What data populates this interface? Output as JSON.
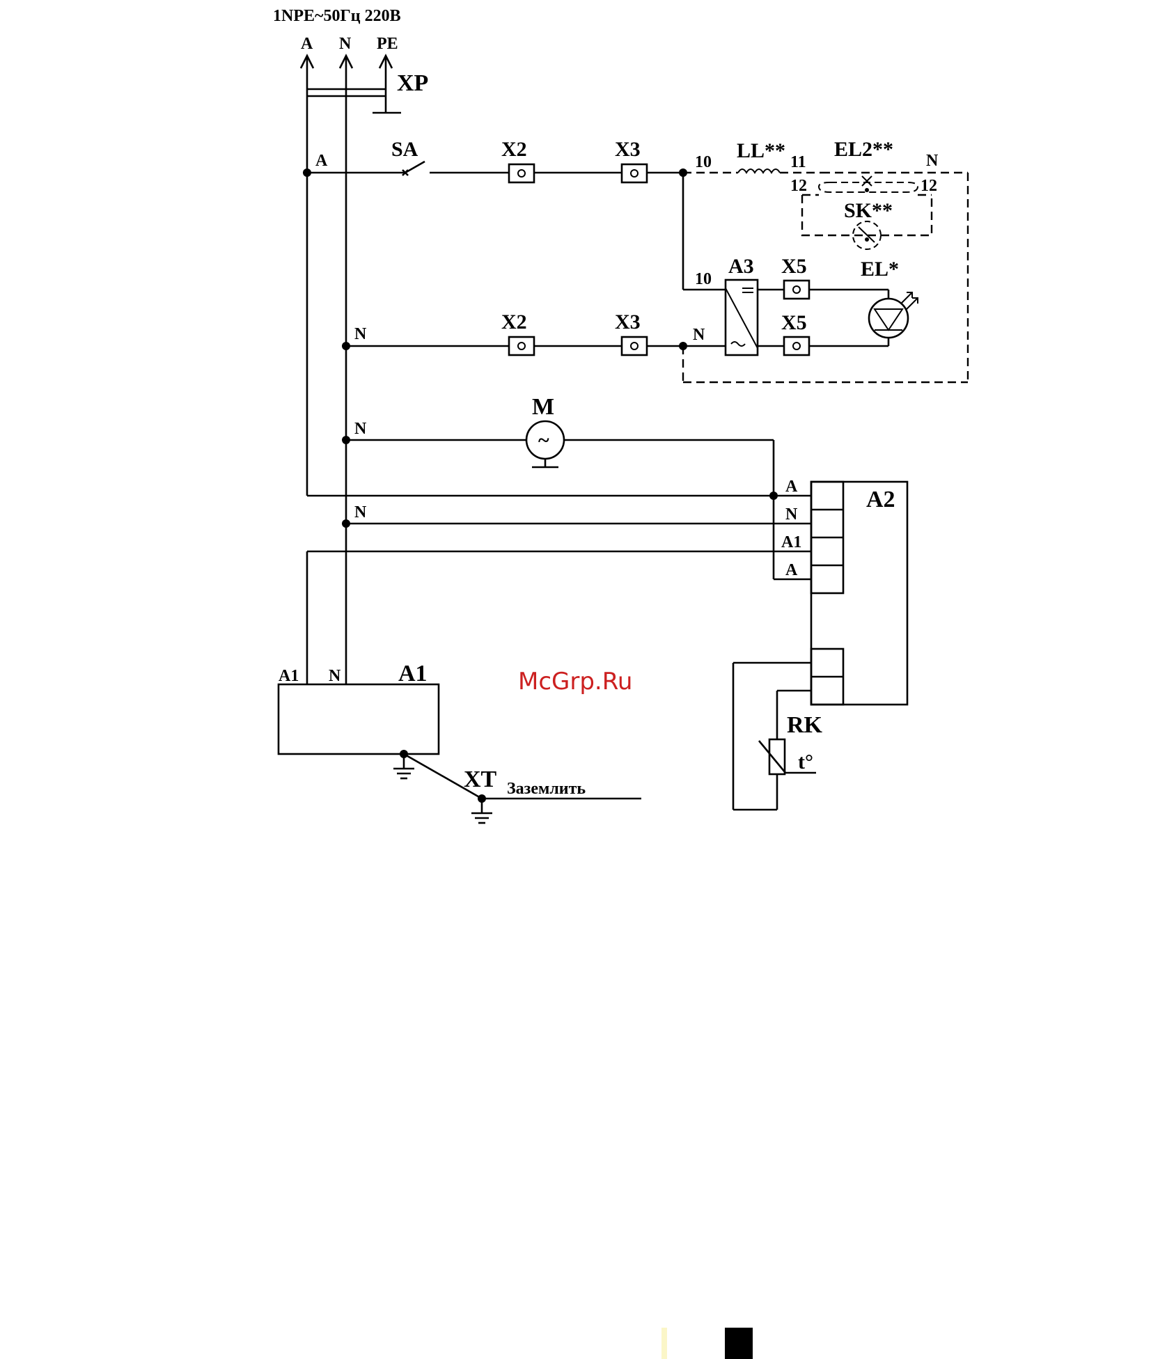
{
  "supply": {
    "title": "1NPE~50Гц 220В",
    "phase_a": "A",
    "neutral": "N",
    "earth": "PE",
    "plug": "XP"
  },
  "switch": {
    "label": "SA"
  },
  "connectors": {
    "x2": "X2",
    "x3": "X3",
    "x5": "X5"
  },
  "lamp_section": {
    "ballast": "LL**",
    "tube": "EL2**",
    "starter": "SK**",
    "driver": "A3",
    "led": "EL*",
    "pin_10": "10",
    "pin_11": "11",
    "pin_12": "12"
  },
  "nodes": {
    "a": "A",
    "n": "N",
    "a1": "A1"
  },
  "motor": {
    "label": "M",
    "symbol": "~"
  },
  "controller": {
    "label": "A2",
    "terminals": [
      "A",
      "N",
      "A1",
      "A"
    ]
  },
  "heater": {
    "label": "A1",
    "pin_a1": "A1",
    "pin_n": "N"
  },
  "sensor": {
    "label": "RK",
    "temp": "t°"
  },
  "ground": {
    "label": "XT",
    "note": "Заземлить"
  },
  "watermark": "McGrp.Ru",
  "colors": {
    "line": "#000000",
    "watermark": "#cc2020",
    "background": "#ffffff"
  }
}
